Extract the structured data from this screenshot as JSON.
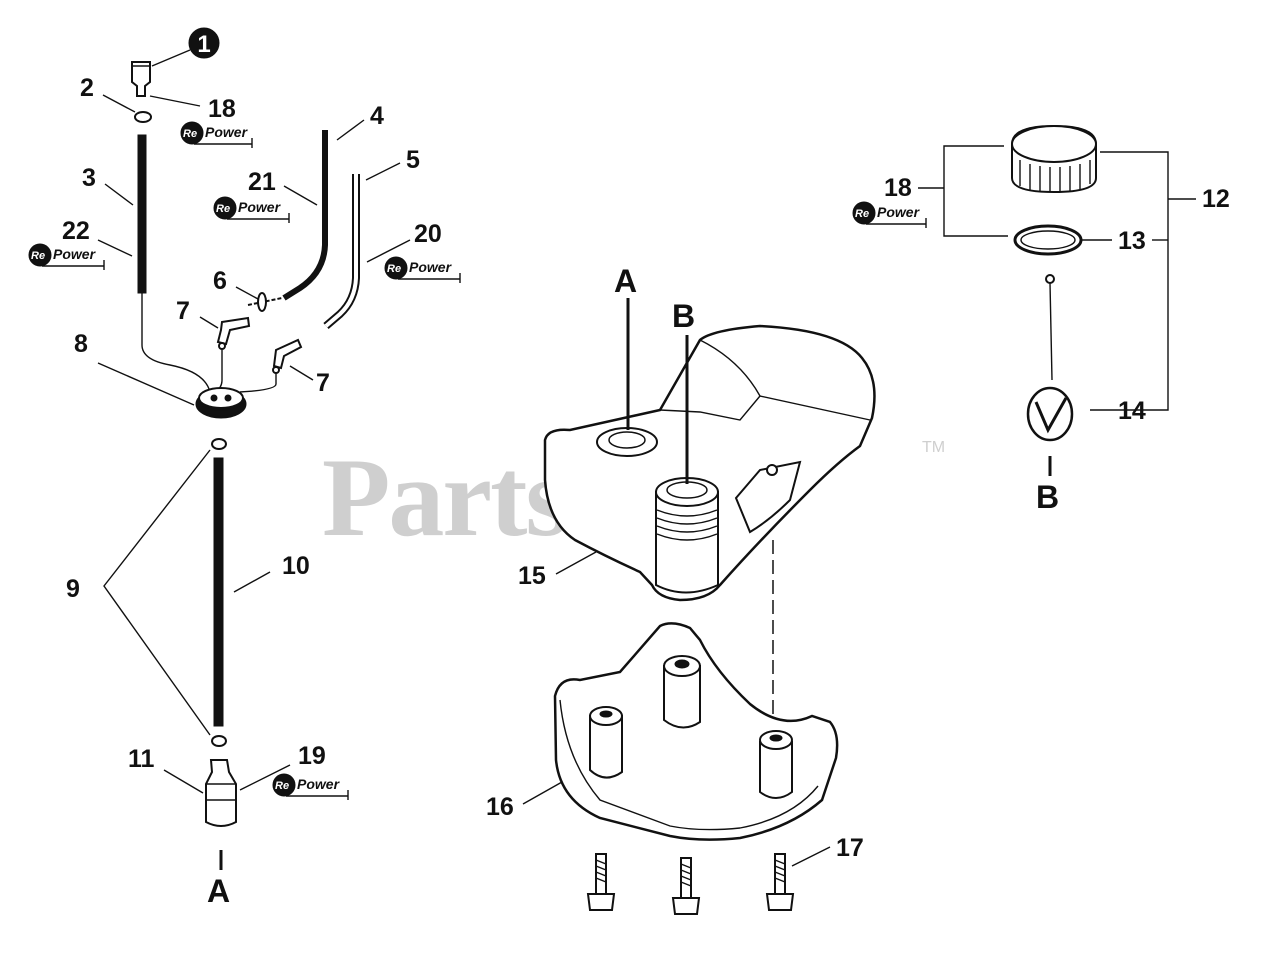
{
  "watermark": {
    "text": "PartsTree",
    "tm": "TM"
  },
  "repower": {
    "re": "Re",
    "power": "Power"
  },
  "callouts": {
    "n1": "1",
    "n2": "2",
    "n3": "3",
    "n4": "4",
    "n5": "5",
    "n6": "6",
    "n7a": "7",
    "n7b": "7",
    "n8": "8",
    "n9": "9",
    "n10": "10",
    "n11": "11",
    "n12": "12",
    "n13": "13",
    "n14": "14",
    "n15": "15",
    "n16": "16",
    "n17": "17",
    "n18a": "18",
    "n18b": "18",
    "n19": "19",
    "n20": "20",
    "n21": "21",
    "n22": "22"
  },
  "references": {
    "a_bottom": "A",
    "a_tank": "A",
    "b_tank": "B",
    "b_right": "B"
  }
}
